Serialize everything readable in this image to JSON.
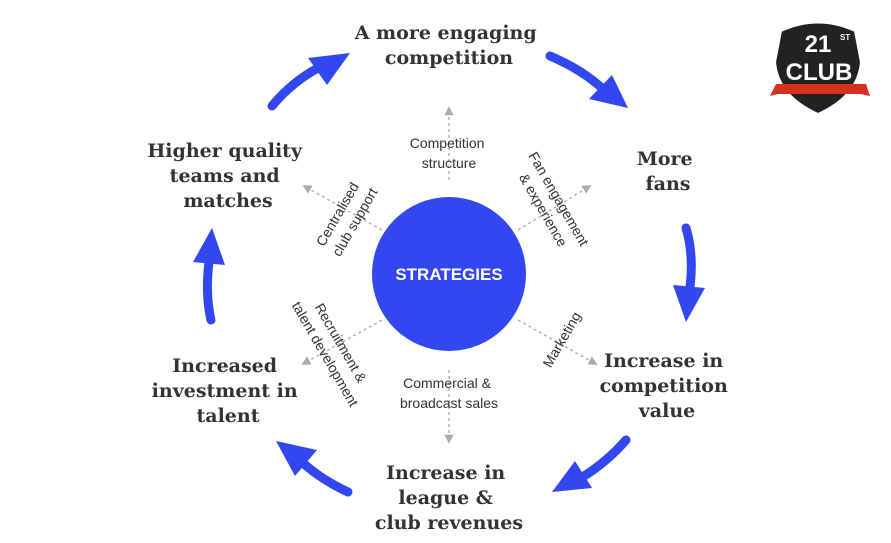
{
  "colors": {
    "accent": "#3347f0",
    "text": "#333333",
    "dotted": "#aaaaaa",
    "logo_shield": "#222222",
    "logo_ribbon": "#d6301f"
  },
  "center": {
    "label": "STRATEGIES"
  },
  "cycle": {
    "top": [
      "A more engaging",
      "competition"
    ],
    "upper_right": [
      "More",
      "fans"
    ],
    "lower_right": [
      "Increase in",
      "competition",
      "value"
    ],
    "bottom": [
      "Increase in",
      "league &",
      "club revenues"
    ],
    "lower_left": [
      "Increased",
      "investment in",
      "talent"
    ],
    "upper_left": [
      "Higher quality",
      "teams and",
      "matches"
    ]
  },
  "strategies": {
    "competition_structure": [
      "Competition",
      "structure"
    ],
    "fan_engagement": [
      "Fan engagement",
      "& experience"
    ],
    "marketing": [
      "Marketing"
    ],
    "commercial": [
      "Commercial &",
      "broadcast sales"
    ],
    "recruitment": [
      "Recruitment &",
      "talent development"
    ],
    "club_support": [
      "Centralised",
      "club support"
    ]
  },
  "logo": {
    "number": "21",
    "superscript": "ST",
    "word": "CLUB"
  },
  "arrow_icon": "curved-arrow-icon"
}
